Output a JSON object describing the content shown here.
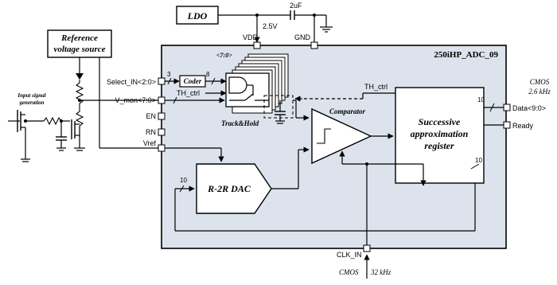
{
  "blocks": {
    "ldo": "LDO",
    "reference": [
      "Reference",
      "voltage source"
    ],
    "chip_title": "250iHP_ADC_09",
    "coder": "Coder",
    "track_hold": "Track&Hold",
    "comparator": "Comparator",
    "sar": [
      "Successive",
      "approximation",
      "register"
    ],
    "dac": "R-2R DAC",
    "input_gen": [
      "Input signal",
      "generation"
    ]
  },
  "supply": {
    "cap": "2uF",
    "voltage": "2.5V",
    "vdd": "VDD",
    "gnd": "GND"
  },
  "pins": {
    "select_in": "Select_IN<2:0>",
    "v_mon": "V_mon<7:0>",
    "en": "EN",
    "rn": "RN",
    "vref": "Vref",
    "clk_in": "CLK_IN",
    "data": "Data<9:0>",
    "ready": "Ready"
  },
  "signals": {
    "th_ctrl_in": "TH_ctrl",
    "th_ctrl_sar": "TH_ctrl",
    "bus_stack": "<7:0>",
    "bus3": "3",
    "bus8": "8",
    "bus10_data": "10",
    "bus10_sar": "10",
    "bus10_dac": "10"
  },
  "notes": {
    "cmos_out": [
      "CMOS",
      "2.6 kHz"
    ],
    "cmos_clk": [
      "CMOS",
      "32 kHz"
    ]
  }
}
